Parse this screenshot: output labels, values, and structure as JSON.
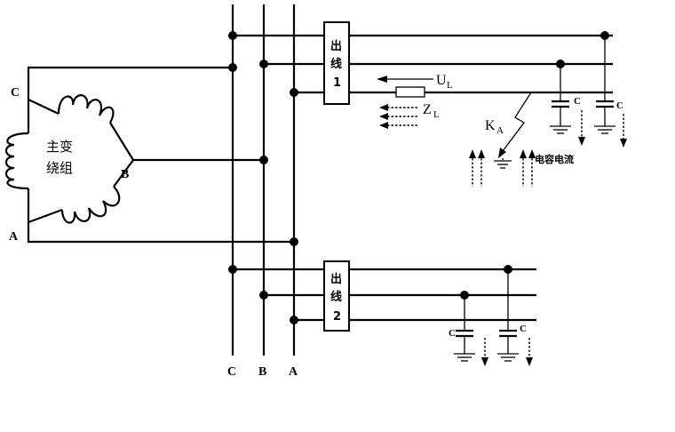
{
  "transformer": {
    "label_line1": "主变",
    "label_line2": "绕组",
    "phase_c": "C",
    "phase_b": "B",
    "phase_a": "A"
  },
  "bus": {
    "label_c": "C",
    "label_b": "B",
    "label_a": "A"
  },
  "feeder1": {
    "label_line1": "出",
    "label_line2": "线",
    "label_line3": "1"
  },
  "feeder2": {
    "label_line1": "出",
    "label_line2": "线",
    "label_line3": "2"
  },
  "annotations": {
    "voltage_main": "U",
    "voltage_sub": "L",
    "impedance_main": "Z",
    "impedance_sub": "L",
    "fault_main": "K",
    "fault_sub": "A",
    "capacitive_current": "电容电流",
    "capacitor_label": "C"
  }
}
